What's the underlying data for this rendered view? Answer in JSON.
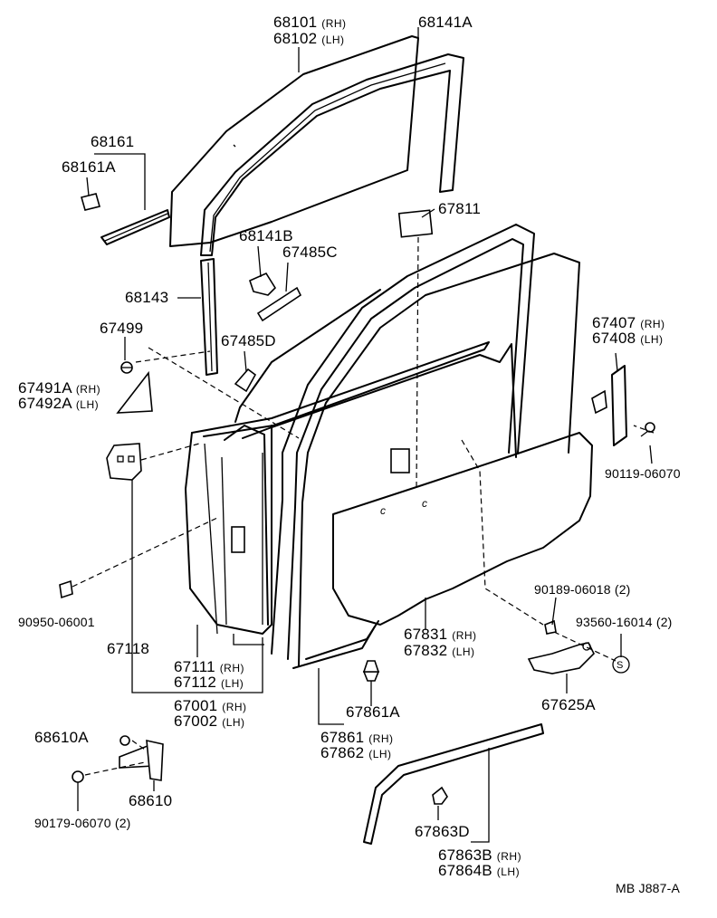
{
  "labels": {
    "glass": "68101",
    "glass_rh": "(RH)",
    "glass2": "68102",
    "glass2_lh": "(LH)",
    "run": "68141A",
    "sash": "68161",
    "sash_a": "68161A",
    "run_b": "68141B",
    "seal_c": "67485C",
    "channel": "68143",
    "clip_499": "67499",
    "seal_d": "67485D",
    "cover_rh": "67491A",
    "cover_rh_tag": "(RH)",
    "cover_lh": "67492A",
    "cover_lh_tag": "(LH)",
    "weather_rh": "67407",
    "weather_rh_tag": "(RH)",
    "weather_lh": "67408",
    "weather_lh_tag": "(LH)",
    "screw_119": "90119-06070",
    "pad": "67811",
    "plug": "90950-06001",
    "hinge_plate": "67118",
    "panel_rh": "67111",
    "panel_rh_tag": "(RH)",
    "panel_lh": "67112",
    "panel_lh_tag": "(LH)",
    "door_rh": "67001",
    "door_rh_tag": "(RH)",
    "door_lh": "67002",
    "door_lh_tag": "(LH)",
    "film_rh": "67831",
    "film_rh_tag": "(RH)",
    "film_lh": "67832",
    "film_lh_tag": "(LH)",
    "clip_189": "90189-06018",
    "clip_189_qty": "(2)",
    "screw_560": "93560-16014",
    "screw_560_qty": "(2)",
    "stopper": "67625A",
    "clip_861a": "67861A",
    "strip_rh": "67861",
    "strip_rh_tag": "(RH)",
    "strip_lh": "67862",
    "strip_lh_tag": "(LH)",
    "bolt": "68610A",
    "hinge": "68610",
    "bolt_179": "90179-06070",
    "bolt_179_qty": "(2)",
    "clip_863d": "67863D",
    "outer_rh": "67863B",
    "outer_rh_tag": "(RH)",
    "outer_lh": "67864B",
    "outer_lh_tag": "(LH)",
    "ref_code": "MB  J887-A",
    "s_mark": "S"
  }
}
